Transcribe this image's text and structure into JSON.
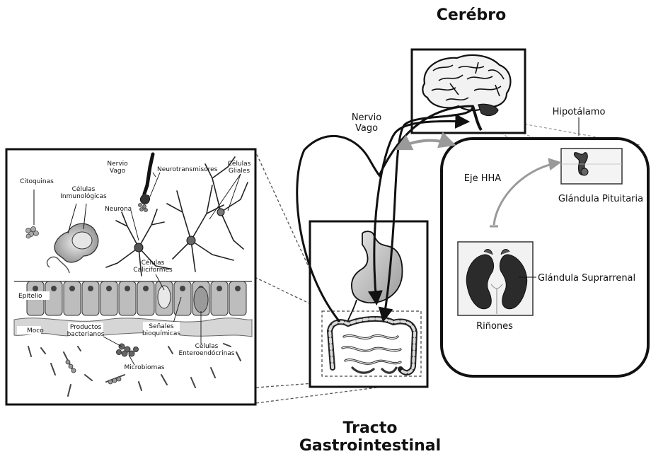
{
  "titles": {
    "brain": "Cerébro",
    "gut_line1": "Tracto",
    "gut_line2": "Gastrointestinal"
  },
  "brain_panel": {
    "vagus_line1": "Nervio",
    "vagus_line2": "Vago",
    "hypothalamus": "Hipotálamo",
    "hpa_axis": "Eje HHA",
    "pituitary": "Glándula Pituitaria",
    "adrenal": "Glándula Suprarrenal",
    "kidneys": "Riñones"
  },
  "inset": {
    "cytokines": "Citoquinas",
    "immune_line1": "Células",
    "immune_line2": "Inmunológicas",
    "vagus_line1": "Nervio",
    "vagus_line2": "Vago",
    "neurotransmitters": "Neurotransmisores",
    "glial_line1": "Células",
    "glial_line2": "Gliales",
    "neuron": "Neurona",
    "goblet_line1": "Células",
    "goblet_line2": "Caliciformes",
    "epithelium": "Epitelio",
    "mucus": "Moco",
    "bact_line1": "Productos",
    "bact_line2": "bacterianos",
    "biochem_line1": "Señales",
    "biochem_line2": "bioquímicas",
    "entero_line1": "Células",
    "entero_line2": "Enteroendócrinas",
    "microbiome": "Microbiomas"
  },
  "colors": {
    "ink": "#111111",
    "dash": "#555555",
    "hpa_arrow": "#9a9a9a",
    "kidney": "#2b2b2b"
  }
}
